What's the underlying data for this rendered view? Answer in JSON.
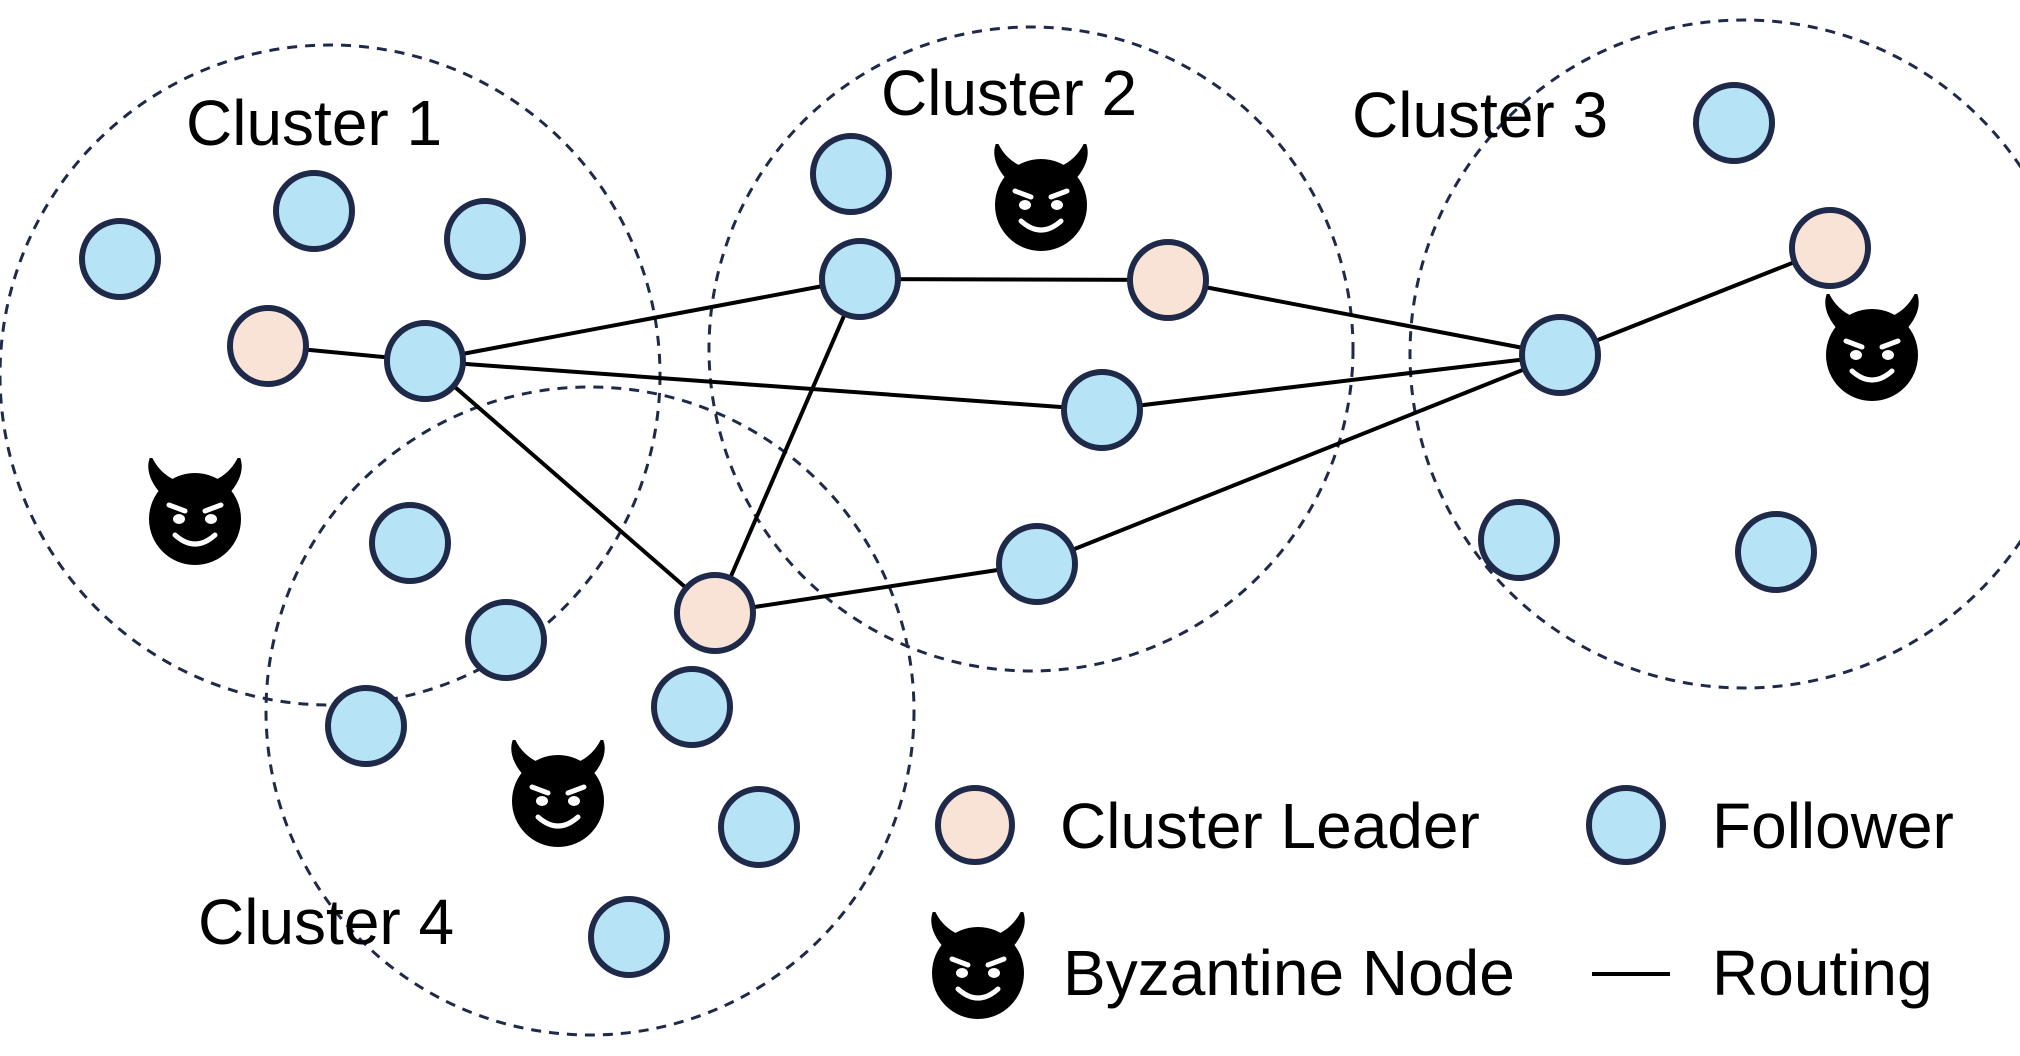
{
  "clusters": [
    {
      "label": "Cluster 1"
    },
    {
      "label": "Cluster 2"
    },
    {
      "label": "Cluster 3"
    },
    {
      "label": "Cluster 4"
    }
  ],
  "legend": {
    "leader_label": "Cluster Leader",
    "follower_label": "Follower",
    "byzantine_label": "Byzantine Node",
    "routing_label": "Routing"
  },
  "colors": {
    "leader_fill": "#f8e3d6",
    "follower_fill": "#b7e3f6",
    "node_border": "#1f2a4a",
    "byzantine_fill": "#000000",
    "cluster_border": "#1f2a4a",
    "routing_line": "#000000"
  },
  "icons": {
    "byzantine": "devil-face-icon"
  }
}
